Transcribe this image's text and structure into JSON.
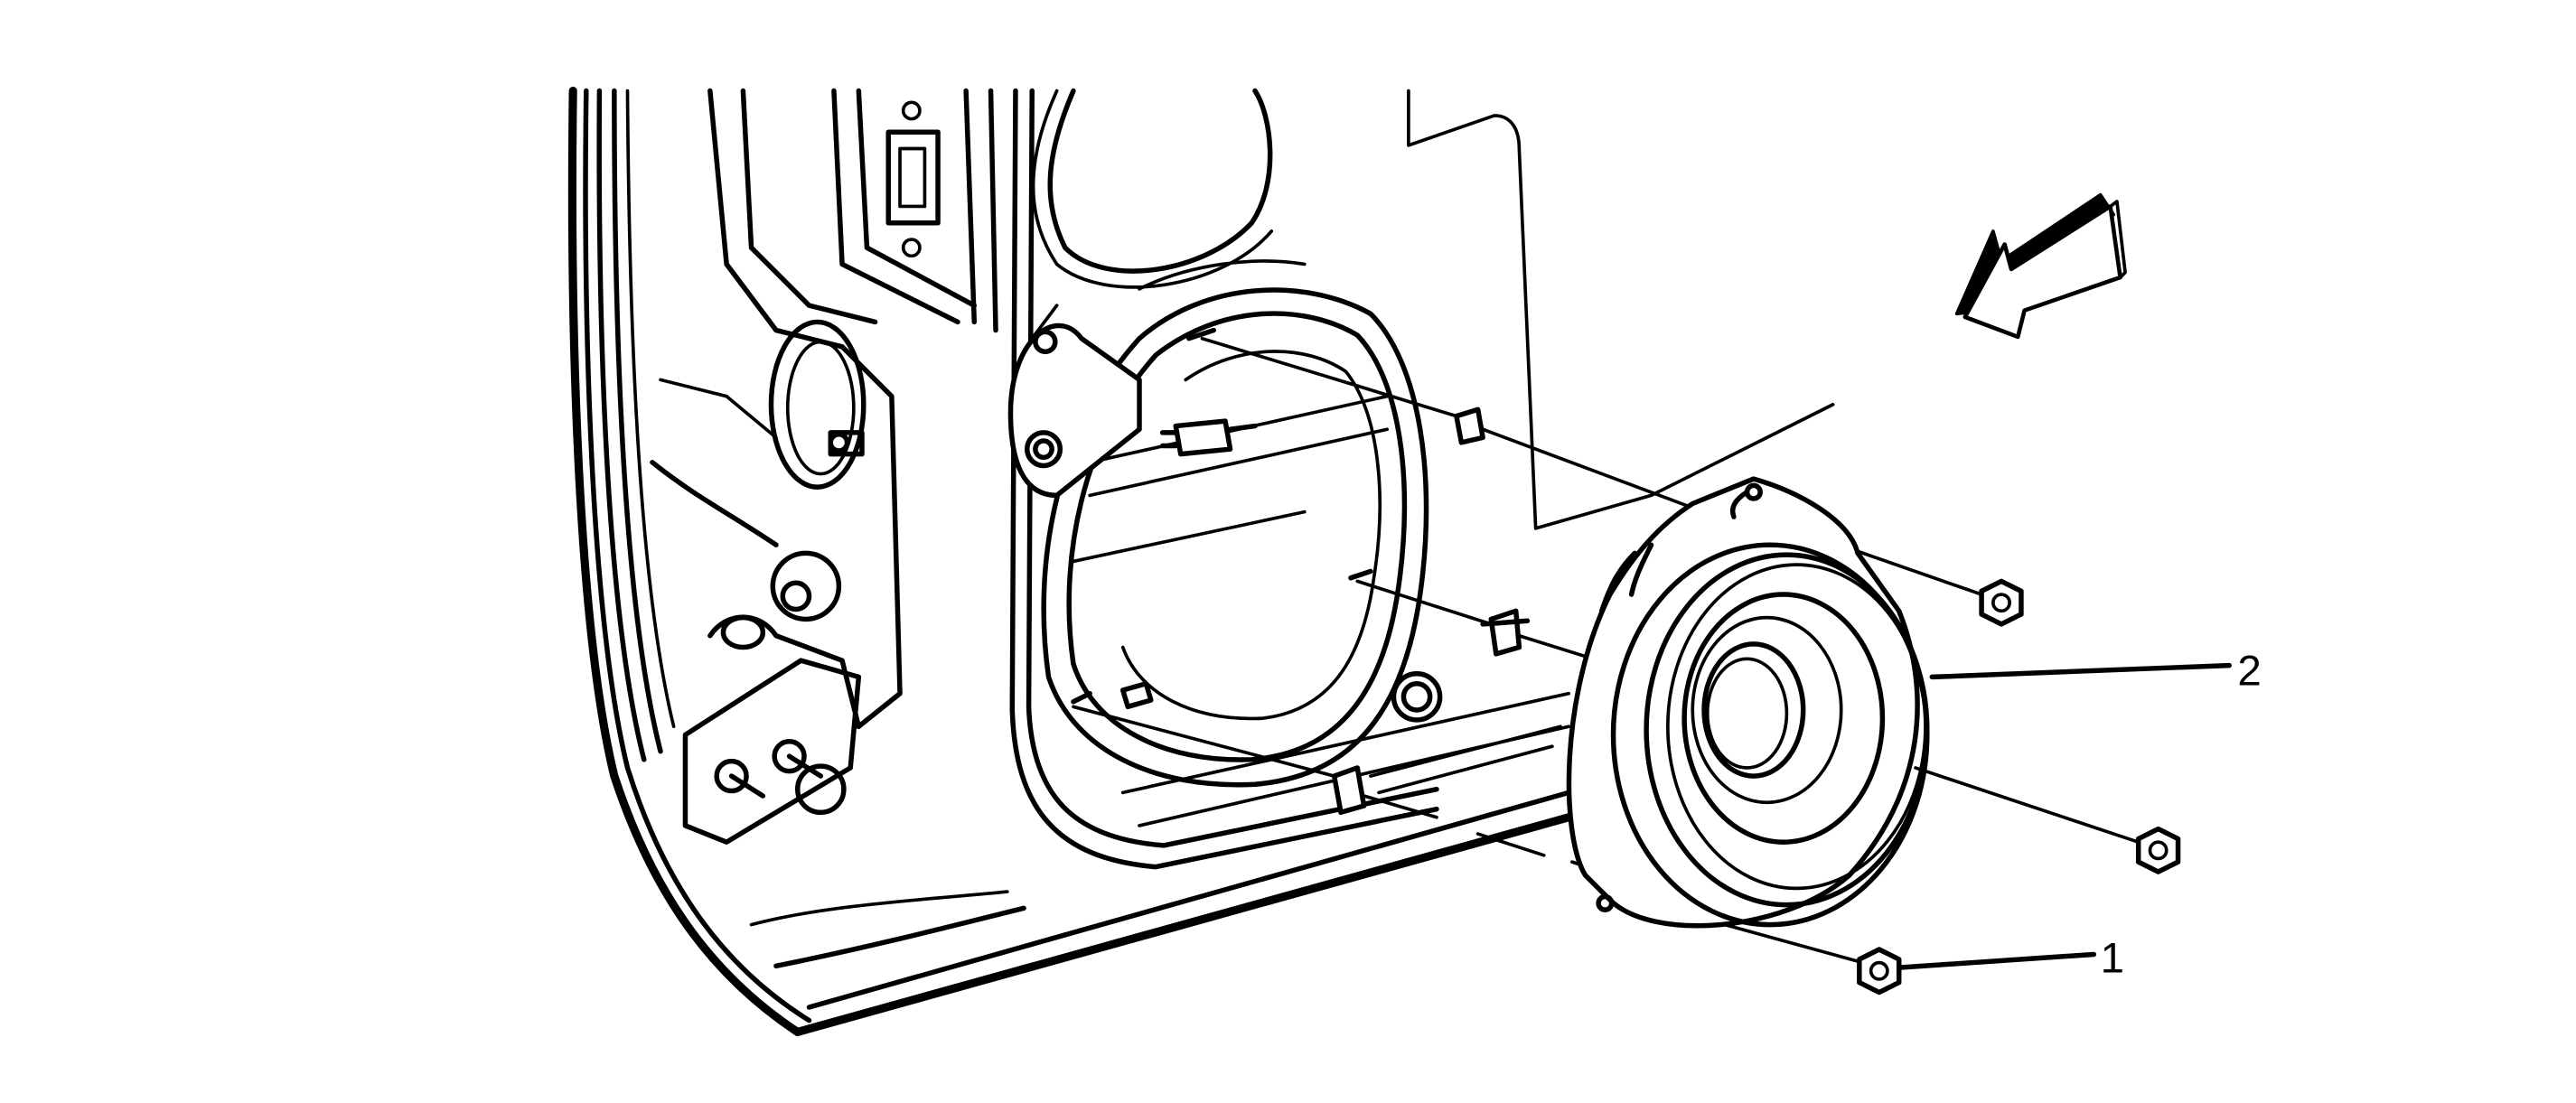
{
  "diagram": {
    "callouts": [
      {
        "id": "1",
        "label": "1",
        "part": "bolt"
      },
      {
        "id": "2",
        "label": "2",
        "part": "speaker"
      }
    ],
    "view_arrow_icon": "direction-arrow-icon"
  }
}
